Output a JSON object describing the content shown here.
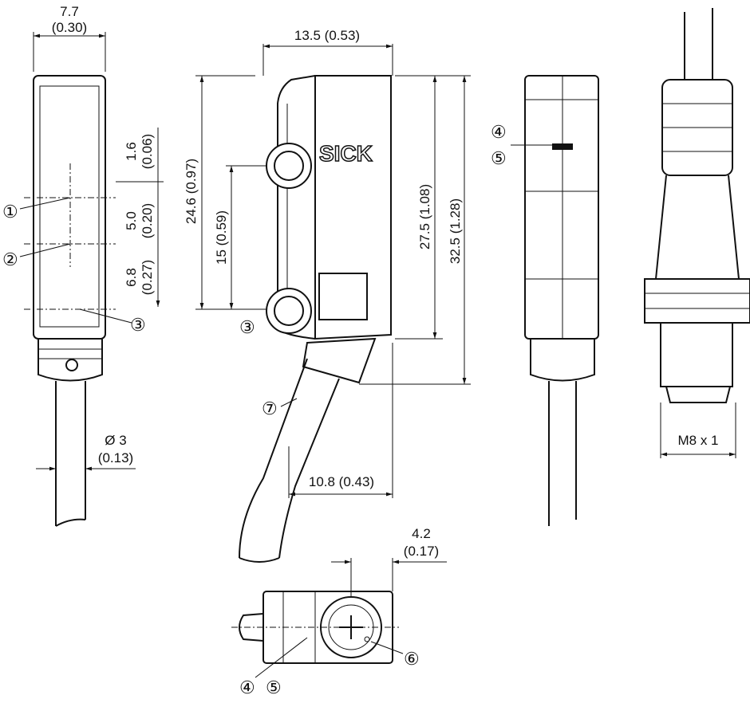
{
  "title": "Dimensional drawing",
  "dimensions": {
    "width_mm": "7.7",
    "width_in": "(0.30)",
    "depth": "13.5 (0.53)",
    "d1_mm": "1.6",
    "d1_in": "(0.06)",
    "d2_mm": "5.0",
    "d2_in": "(0.20)",
    "d3_mm": "6.8",
    "d3_in": "(0.27)",
    "height_246": "24.6 (0.97)",
    "hole_spacing": "15 (0.59)",
    "height_275": "27.5 (1.08)",
    "height_325": "32.5 (1.28)",
    "cable_mm": "Ø 3",
    "cable_in": "(0.13)",
    "offset_108": "10.8 (0.43)",
    "offset_42_mm": "4.2",
    "offset_42_in": "(0.17)",
    "thread": "M8 x 1"
  },
  "logo": "SICK",
  "callouts": {
    "c1": "①",
    "c2": "②",
    "c3": "③",
    "c4": "④",
    "c5": "⑤",
    "c6": "⑥",
    "c7": "⑦"
  }
}
